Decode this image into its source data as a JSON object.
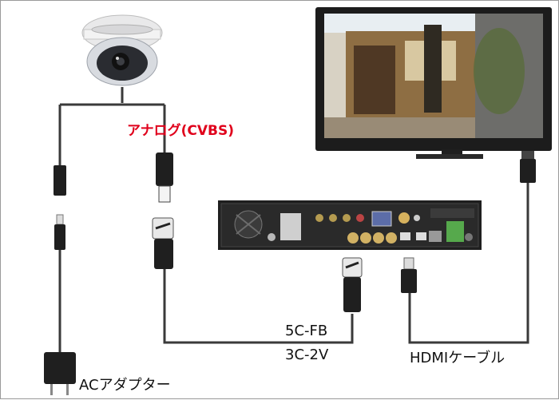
{
  "labels": {
    "analog": "アナログ(CVBS)",
    "cable_5c": "5C-FB",
    "cable_3c": "3C-2V",
    "hdmi": "HDMIケーブル",
    "ac_adapter": "ACアダプター"
  },
  "colors": {
    "accent_red": "#e0001b",
    "cable": "#3a3a3a",
    "device": "#1f1f1f"
  }
}
